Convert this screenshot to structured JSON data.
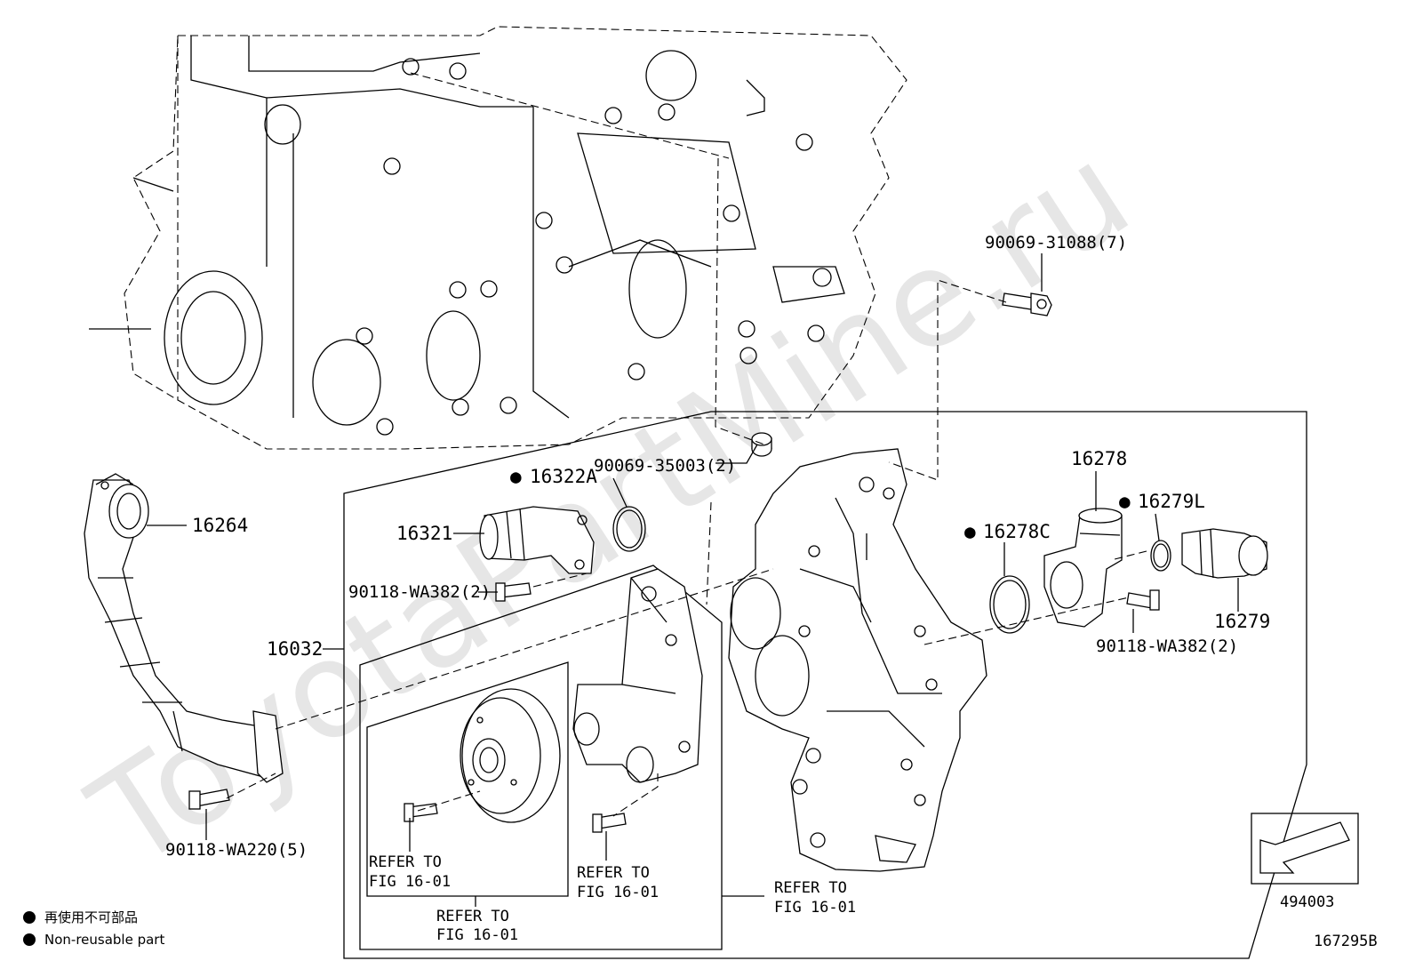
{
  "watermark": "ToyotaPartMine.ru",
  "callouts": {
    "p90069_31088": "90069-31088(7)",
    "p90069_35003": "90069-35003(2)",
    "p16322A": "16322A",
    "p16321": "16321",
    "p90118_WA382_left": "90118-WA382(2)",
    "p16032": "16032",
    "p16264": "16264",
    "p90118_WA220": "90118-WA220(5)",
    "p16278": "16278",
    "p16278C": "16278C",
    "p16279L": "16279L",
    "p16279": "16279",
    "p90118_WA382_right": "90118-WA382(2)"
  },
  "refer_notes": {
    "pulley": {
      "line1": "REFER TO",
      "line2": "FIG 16-01"
    },
    "pump": {
      "line1": "REFER TO",
      "line2": "FIG 16-01"
    },
    "bottom": {
      "line1": "REFER TO",
      "line2": "FIG 16-01"
    },
    "right": {
      "line1": "REFER TO",
      "line2": "FIG 16-01"
    }
  },
  "legend": {
    "japanese": "再使用不可部品",
    "english": "Non-reusable part"
  },
  "orientation_box": {
    "code": "494003"
  },
  "figure_code": "167295B",
  "non_reusable_marker": "●"
}
